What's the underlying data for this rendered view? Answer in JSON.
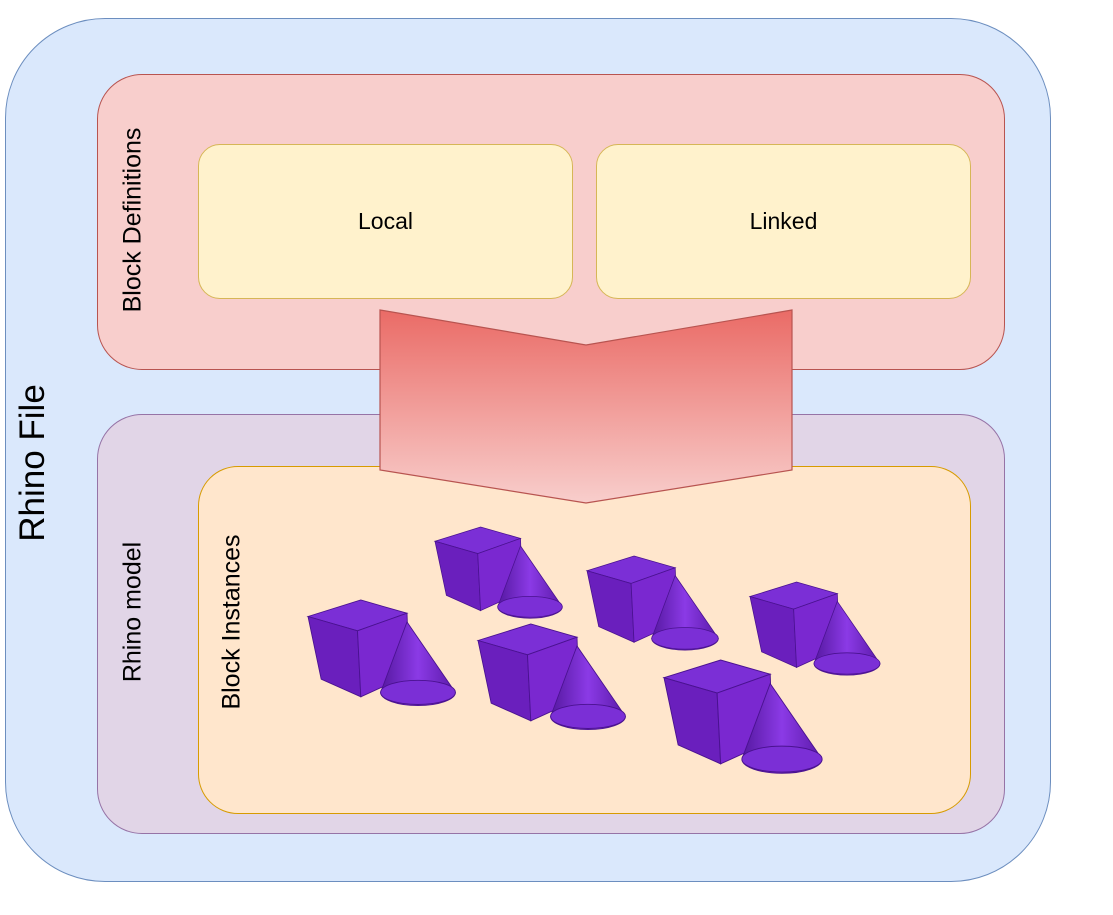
{
  "labels": {
    "rhino_file": "Rhino File",
    "block_definitions": "Block Definitions",
    "rhino_model": "Rhino model",
    "block_instances": "Block Instances",
    "local": "Local",
    "linked": "Linked"
  },
  "colors": {
    "outer_fill": "#dae8fc",
    "definitions_fill": "#f8cecc",
    "model_fill": "#e1d5e7",
    "sub_box_fill": "#fff2cc",
    "instances_fill": "#ffe6cc",
    "arrow_top": "#ea6b66",
    "arrow_bottom": "#f8cecc",
    "shape_fill": "#6a1fbd"
  },
  "instances": {
    "count": 6,
    "shape": "cube-with-cone"
  }
}
